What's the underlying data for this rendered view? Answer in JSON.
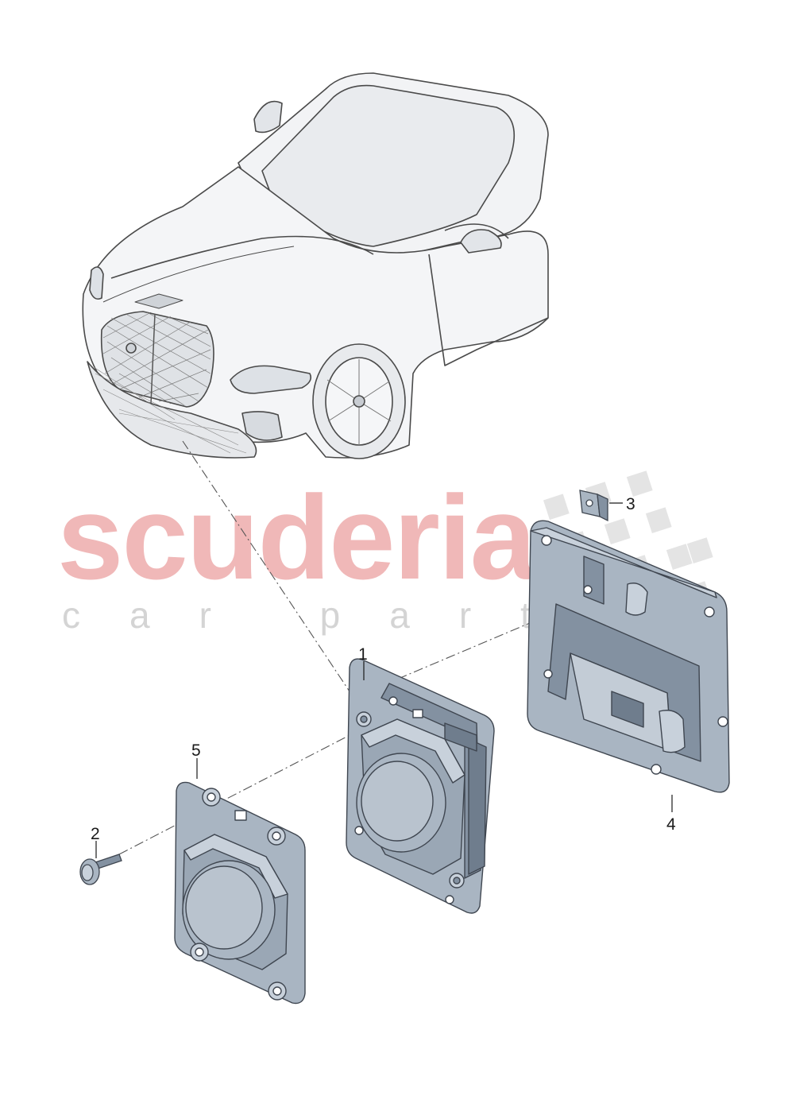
{
  "watermark": {
    "brand": "scuderia",
    "tagline": "car parts",
    "brand_color": "#f0b8b8",
    "tagline_color": "#d4d4d4"
  },
  "callouts": [
    {
      "id": "1",
      "label": "1"
    },
    {
      "id": "2",
      "label": "2"
    },
    {
      "id": "3",
      "label": "3"
    },
    {
      "id": "4",
      "label": "4"
    },
    {
      "id": "5",
      "label": "5"
    }
  ],
  "colors": {
    "part_fill": "#a9b5c2",
    "part_dark": "#8391a1",
    "part_light": "#c8d1db",
    "car_fill": "#f4f5f7",
    "outline": "#4a4a4a"
  }
}
